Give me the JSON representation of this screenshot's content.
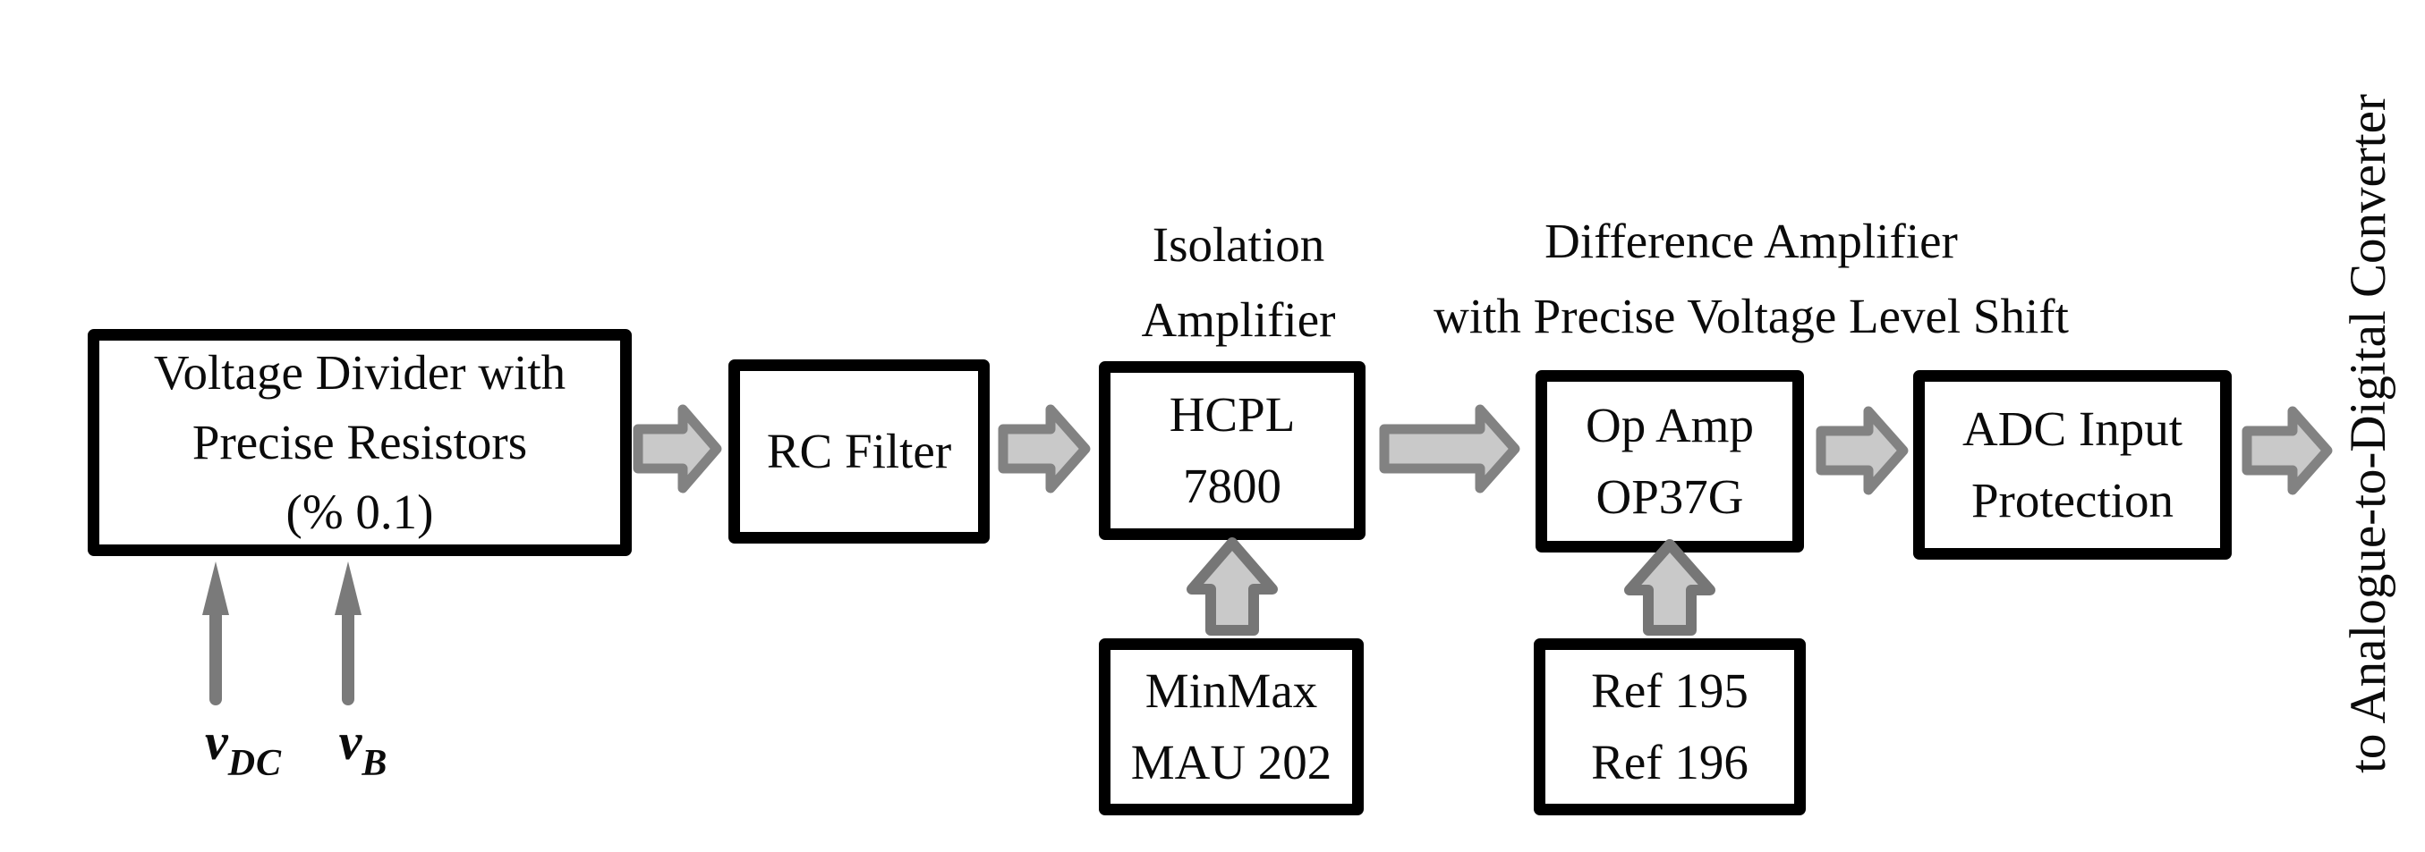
{
  "diagram": {
    "boxes": {
      "voltage_divider": {
        "line1": "Voltage Divider with",
        "line2": "Precise Resistors",
        "line3": "(% 0.1)"
      },
      "rc_filter": {
        "line1": "RC Filter"
      },
      "hcpl": {
        "line1": "HCPL",
        "line2": "7800"
      },
      "opamp": {
        "line1": "Op Amp",
        "line2": "OP37G"
      },
      "adc_protection": {
        "line1": "ADC Input",
        "line2": "Protection"
      },
      "minmax": {
        "line1": "MinMax",
        "line2": "MAU 202"
      },
      "ref": {
        "line1": "Ref 195",
        "line2": "Ref 196"
      }
    },
    "labels": {
      "isolation": {
        "line1": "Isolation",
        "line2": "Amplifier"
      },
      "difference": {
        "line1": "Difference Amplifier",
        "line2": "with Precise Voltage Level Shift"
      },
      "output": "to Analogue-to-Digital Converter",
      "input1_base": "v",
      "input1_sub": "DC",
      "input2_base": "v",
      "input2_sub": "B"
    },
    "colors": {
      "arrow_fill": "#c9c9c9",
      "arrow_outline": "#828282",
      "thin_arrow": "#7a7a7a",
      "box_border": "#000000",
      "background": "#ffffff"
    }
  }
}
